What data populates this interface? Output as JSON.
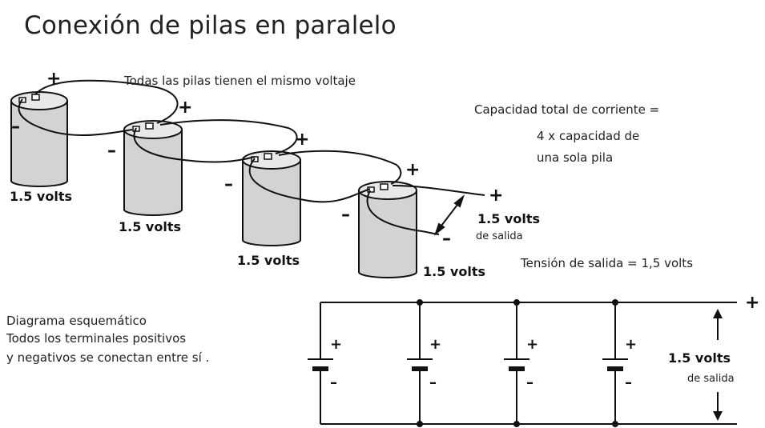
{
  "title": "Conexión de pilas en paralelo",
  "top_note": "Todas las pilas tienen el mismo voltaje",
  "capacity": {
    "line1": "Capacidad total de corriente =",
    "line2": "4 x capacidad de",
    "line3": "una sola pila"
  },
  "battery_label": "1.5 volts",
  "positive_sign": "+",
  "negative_sign": "–",
  "output": {
    "value": "1.5 volts",
    "caption": "de salida"
  },
  "output_voltage_text": "Tensión de  salida = 1,5 volts",
  "schematic": {
    "line1": "Diagrama esquemático",
    "line2": "Todos los terminales positivos",
    "line3": "y negativos se conectan  entre sí .",
    "output_value": "1.5 volts",
    "output_caption": "de salida"
  },
  "colors": {
    "battery_fill": "#d3d3d3",
    "line": "#111111"
  }
}
